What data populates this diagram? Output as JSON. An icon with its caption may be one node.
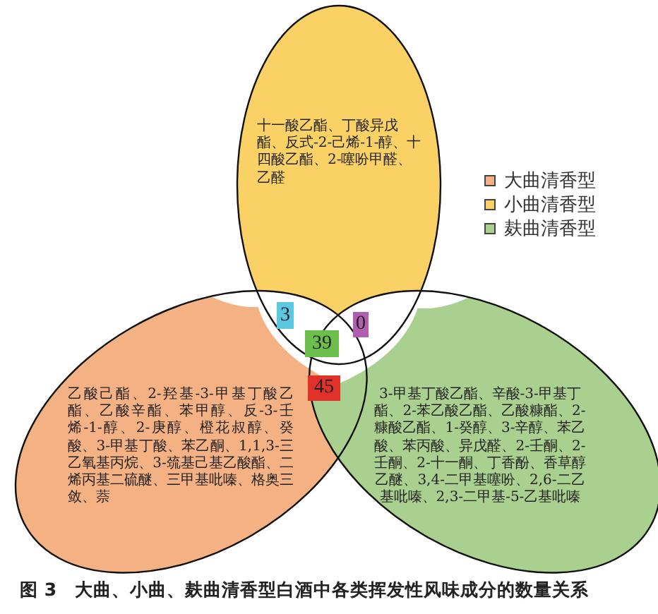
{
  "diagram": {
    "caption": "图 3　大曲、小曲、麸曲清香型白酒中各类挥发性风味成分的数量关系",
    "nodes": [
      {
        "text": [
          "十一酸乙酯、丁酸异戊酯、反式-2-己烯-1-醇、十四酸乙酯、2-噻吩甲醛、乙醛"
        ]
      },
      {
        "text": [
          "3"
        ]
      },
      {
        "text": [
          "0"
        ]
      },
      {
        "text": [
          "39"
        ]
      },
      {
        "text": [
          "45"
        ]
      },
      {
        "text": [
          "乙酸己酯、2-羟基-3-甲基丁酸乙酯、乙酸辛酯、苯甲醇、反-3-壬烯-1-醇、2-庚醇、橙花叔醇、癸酸、3-甲基丁酸、苯乙酮、1,1,3-三乙氧基丙烷、3-巯基己基乙酸酯、二烯丙基二硫醚、三甲基吡嗪、格奥三敛、萘"
        ]
      },
      {
        "text": [
          "3-甲基丁酸乙酯、辛酸-3-甲基丁酯、2-苯乙酸乙酯、乙酸糠酯、2-糠酸乙酯、1-癸醇、3-辛醇、苯乙酸、苯丙酸、异戊醛、2-壬酮、2-壬酮、2-十一酮、丁香酚、香草醇乙醚、3,4-二甲基噻吩、2,6-二乙基吡嗪、2,3-二甲基-5-乙基吡嗪"
        ]
      }
    ],
    "edges": [],
    "legend": [
      {
        "text": "大曲清香型",
        "color": "#f4b183"
      },
      {
        "text": "小曲清香型",
        "color": "#fad165"
      },
      {
        "text": "麸曲清香型",
        "color": "#a9d08e"
      }
    ]
  }
}
